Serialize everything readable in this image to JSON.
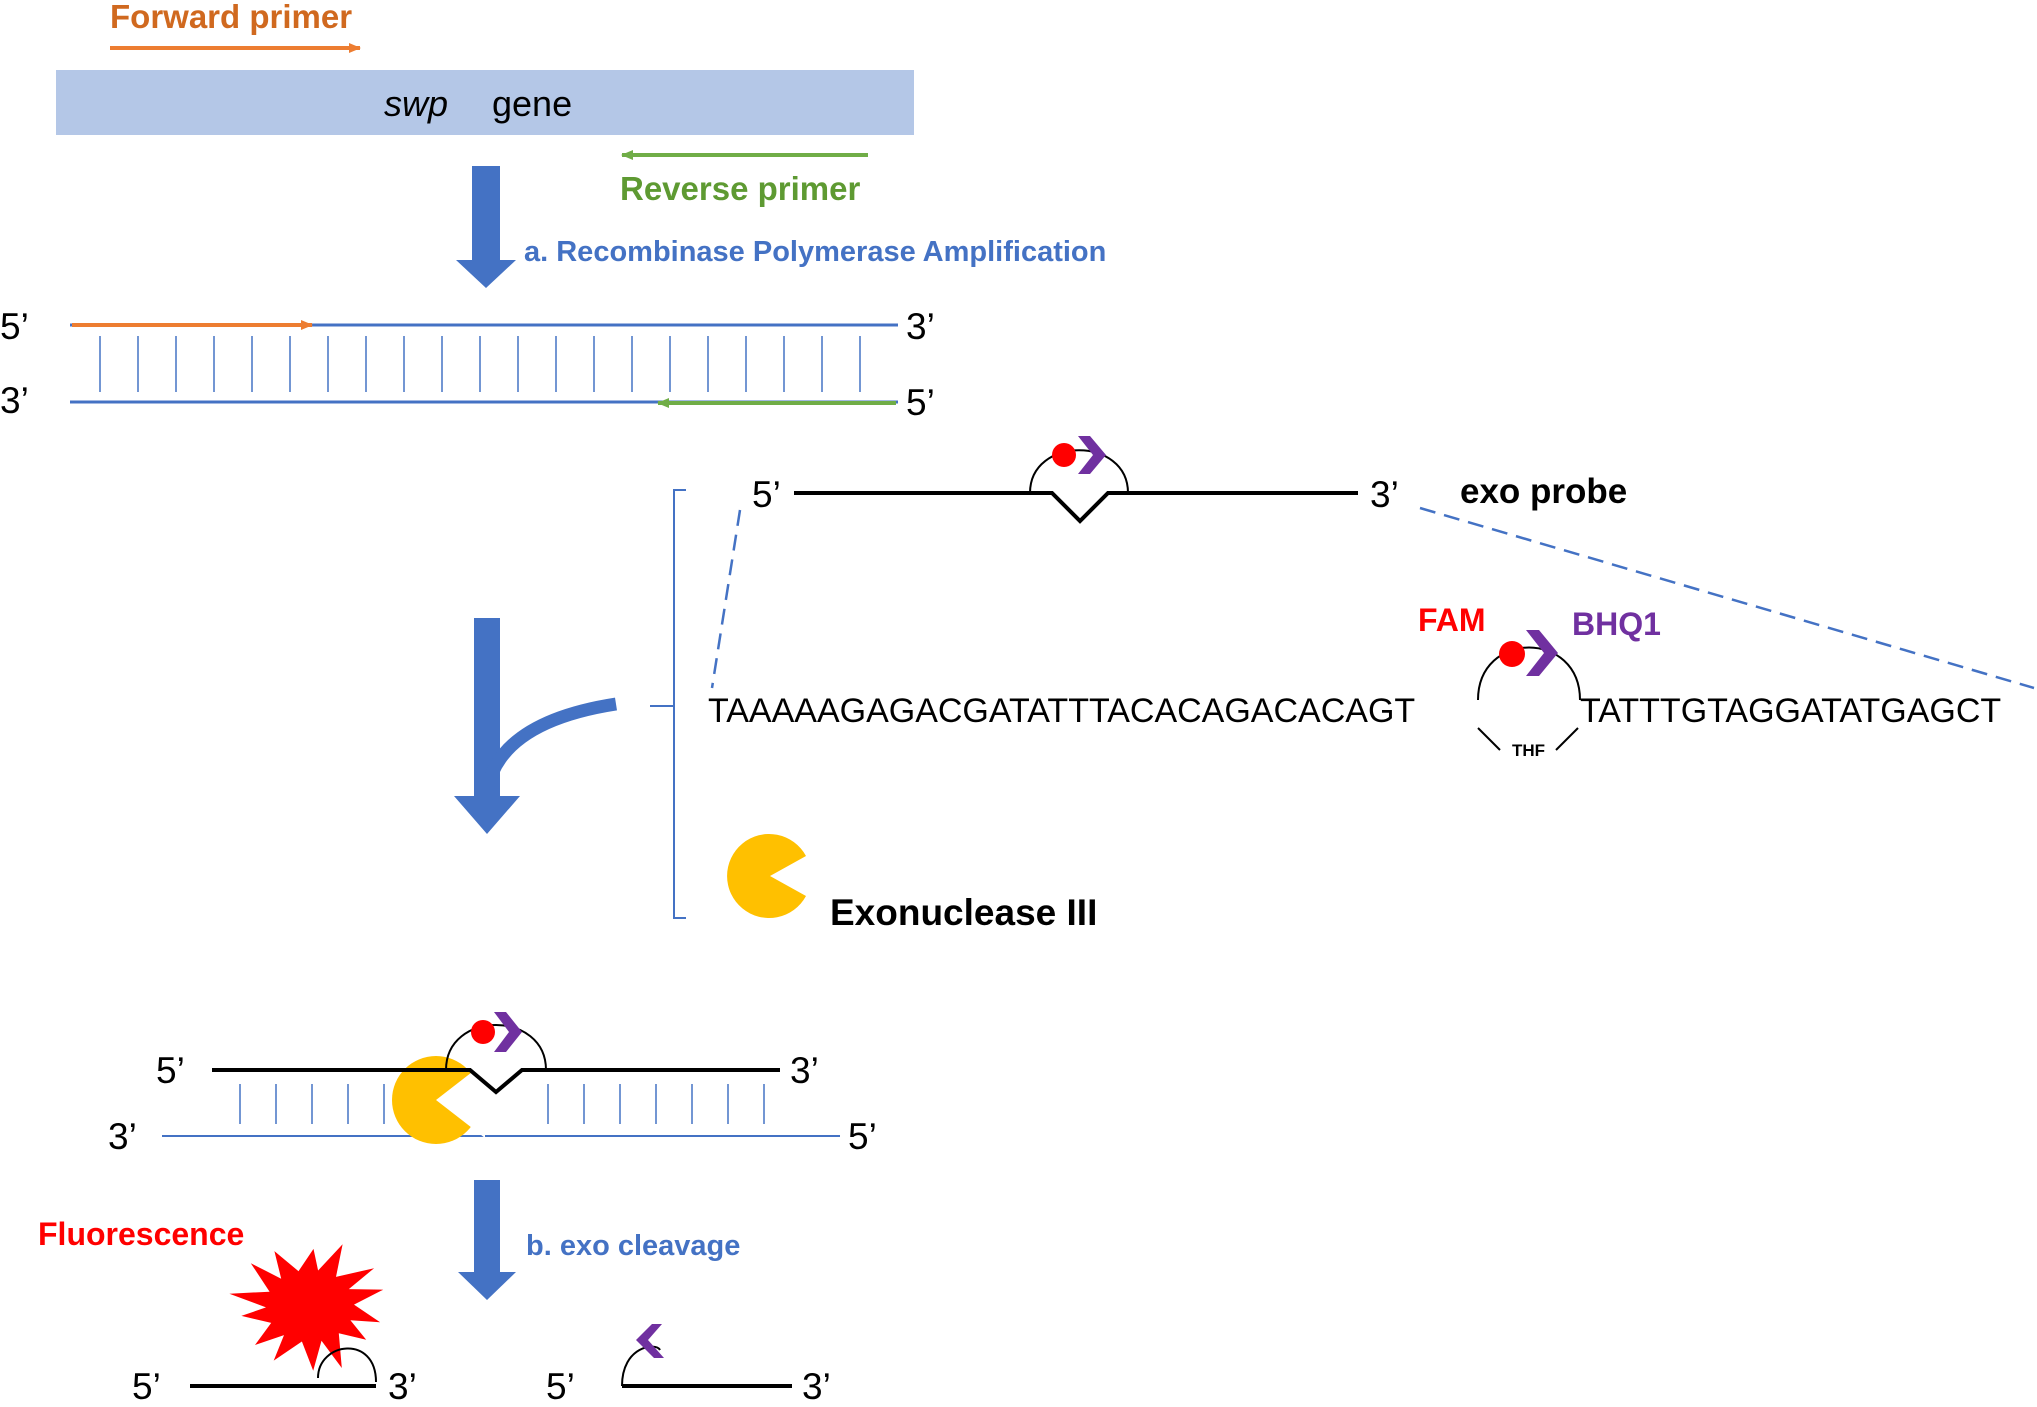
{
  "gene": {
    "italic": "swp",
    "name": "gene"
  },
  "primers": {
    "forward": "Forward primer",
    "reverse": "Reverse primer"
  },
  "steps": {
    "a": "a. Recombinase Polymerase Amplification",
    "b": "b. exo cleavage"
  },
  "ends": {
    "five": "5’",
    "three": "3’"
  },
  "probe": {
    "label": "exo probe",
    "seq_left": "TAAAAAGAGACGATATTTACACAGACACAGT",
    "seq_right": "TATTTGTAGGATATGAGCT",
    "fluorophore": "FAM",
    "quencher": "BHQ1",
    "spacer": "THF"
  },
  "enzyme": "Exonuclease III",
  "signal": "Fluorescence",
  "colors": {
    "gene_bar": "#B4C7E7",
    "strand_blue": "#4472C4",
    "arrow_blue": "#4472C4",
    "forward": "#ED7D31",
    "forward_text": "#D0691F",
    "reverse": "#70AD47",
    "reverse_text": "#5E9A32",
    "fam": "#FF0000",
    "bhq1": "#7030A0",
    "exonuclease": "#FFC000",
    "fluorescence": "#FF0000"
  }
}
